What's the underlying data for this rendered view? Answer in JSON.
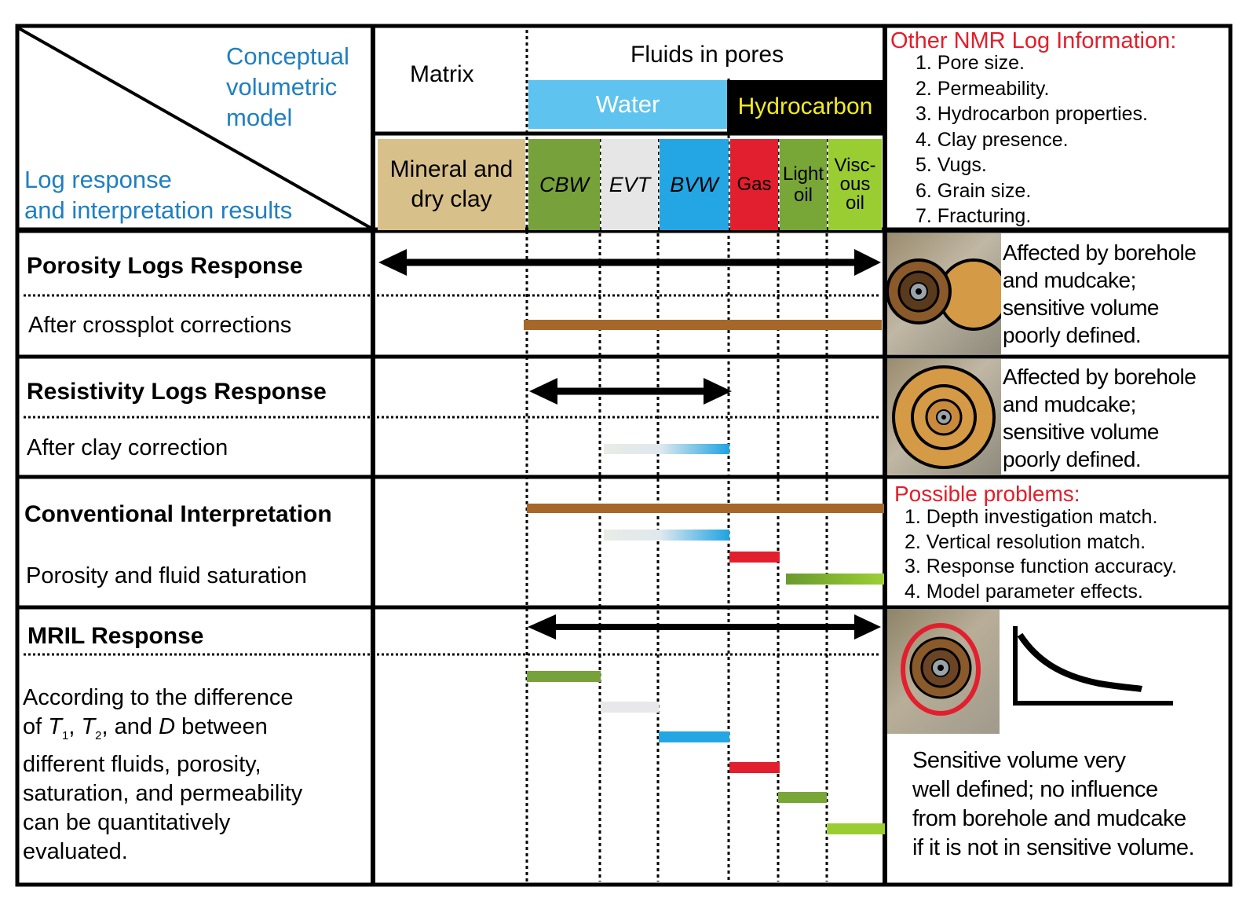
{
  "header": {
    "conceptual": "Conceptual volumetric model",
    "conceptual_lines": [
      "Conceptual",
      "volumetric",
      "model"
    ],
    "log_response_lines": [
      "Log response",
      "and interpretation results"
    ],
    "matrix": "Matrix",
    "fluids_in_pores": "Fluids in pores",
    "water": "Water",
    "hydrocarbon": "Hydrocarbon",
    "mineral_lines": [
      "Mineral and",
      "dry clay"
    ],
    "columns": {
      "cbw": "CBW",
      "evt": "EVT",
      "bvw": "BVW",
      "gas": "Gas",
      "light_oil": [
        "Light",
        "oil"
      ],
      "viscous_oil": [
        "Visc-",
        "ous",
        "oil"
      ]
    }
  },
  "other_info": {
    "title": "Other NMR Log Information:",
    "items": [
      "1. Pore size.",
      "2. Permeability.",
      "3. Hydrocarbon properties.",
      "4. Clay presence.",
      "5. Vugs.",
      "6. Grain size.",
      "7. Fracturing."
    ]
  },
  "rows": {
    "porosity": {
      "title": "Porosity Logs Response",
      "subtitle": "After crossplot corrections",
      "note": [
        "Affected by borehole",
        "and mudcake;",
        "sensitive volume",
        "poorly defined."
      ]
    },
    "resistivity": {
      "title": "Resistivity Logs Response",
      "subtitle": "After clay correction",
      "note": [
        "Affected by borehole",
        "and mudcake;",
        "sensitive volume",
        "poorly defined."
      ]
    },
    "conventional": {
      "title": "Conventional Interpretation",
      "subtitle": "Porosity and fluid saturation"
    },
    "mril": {
      "title": "MRIL Response",
      "text_lines": [
        "According to the difference",
        "of T1, T2, and D between",
        "different fluids, porosity,",
        "saturation, and permeability",
        "can be quantitatively",
        "evaluated."
      ],
      "note": [
        "Sensitive volume very",
        "well defined; no influence",
        "from borehole and mudcake",
        "if it is not in sensitive volume."
      ]
    }
  },
  "problems": {
    "title": "Possible problems:",
    "items": [
      "1. Depth investigation match.",
      "2. Vertical resolution match.",
      "3. Response function accuracy.",
      "4. Model parameter effects."
    ]
  },
  "colors": {
    "blue_text": "#1f7fc1",
    "red_text": "#e31e2a",
    "water": "#5ec3ee",
    "hydrocarbon_bg": "#000000",
    "hydrocarbon_text": "#f2ec1c",
    "mineral": "#d8c08a",
    "cbw": "#77a13a",
    "evt": "#e6e6e6",
    "bvw": "#23a6e3",
    "gas": "#e21f2e",
    "light_oil": "#78a637",
    "viscous_oil": "#9acd32",
    "porosity_bar": "#a5682a"
  }
}
